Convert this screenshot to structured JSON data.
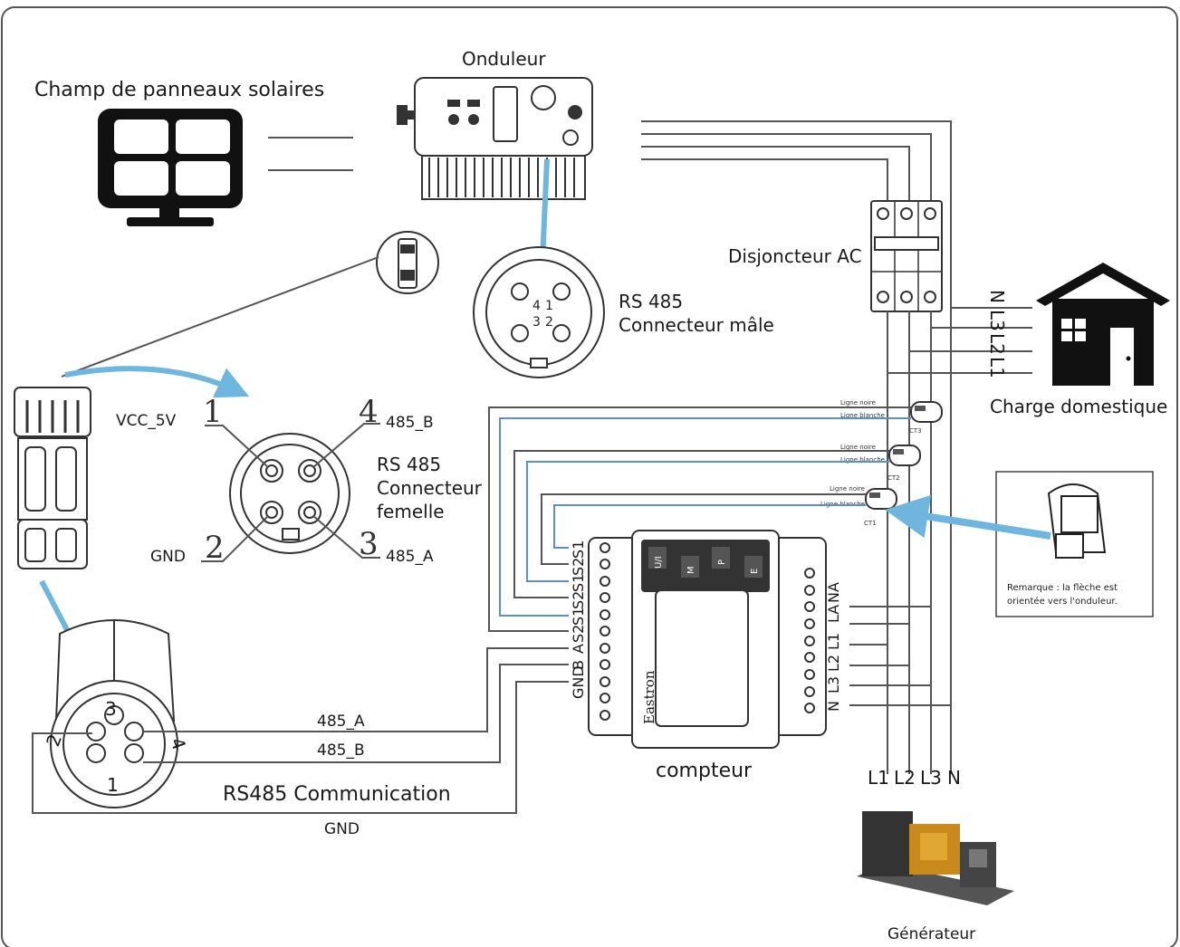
{
  "labels": {
    "solar_field": "Champ de panneaux solaires",
    "inverter": "Onduleur",
    "ac_breaker": "Disjoncteur AC",
    "rs485_male_title": "RS 485",
    "rs485_male_sub": "Connecteur mâle",
    "rs485_female_1": "RS 485",
    "rs485_female_2": "Connecteur",
    "rs485_female_3": "femelle",
    "home_load": "Charge domestique",
    "meter": "compteur",
    "rs485_comm": "RS485 Communication",
    "generator": "Générateur",
    "brand": "Eastron",
    "note": [
      "Remarque : la flèche est",
      "orientée vers l'onduleur."
    ]
  },
  "female_pins": {
    "vcc": "VCC_5V",
    "gnd": "GND",
    "b": "485_B",
    "a": "485_A",
    "n1": "1",
    "n2": "2",
    "n3": "3",
    "n4": "4"
  },
  "male_pins": [
    "4",
    "1",
    "3",
    "2"
  ],
  "plug_pins": [
    "3",
    "2",
    "4",
    "1"
  ],
  "wires": {
    "a": "485_A",
    "b": "485_B",
    "gnd": "GND"
  },
  "lines_bottom": [
    "L1",
    "L2",
    "L3",
    "N"
  ],
  "house_lines": [
    "N",
    "L3",
    "L2",
    "L1"
  ],
  "ct": {
    "names": [
      "CT3",
      "CT2",
      "CT1"
    ],
    "wire_labels": [
      [
        "Ligne noire",
        "Ligne blanche"
      ],
      [
        "Ligne noire",
        "Ligne blanche"
      ],
      [
        "Ligne noire",
        "Ligne blanche"
      ]
    ]
  },
  "meter_left_terminals": [
    "S1",
    "S2",
    "S1",
    "S2",
    "S1",
    "S2",
    "A",
    "B",
    "GND"
  ],
  "meter_right_terminals": [
    "NA",
    "LA",
    "L1",
    "L2",
    "L3",
    "N"
  ],
  "meter_buttons": [
    "U/I",
    "M",
    "P",
    "E"
  ],
  "colors": {
    "line": "#3a3a3a",
    "arrow": "#6fb6df",
    "signal": "#5a8fc9"
  }
}
